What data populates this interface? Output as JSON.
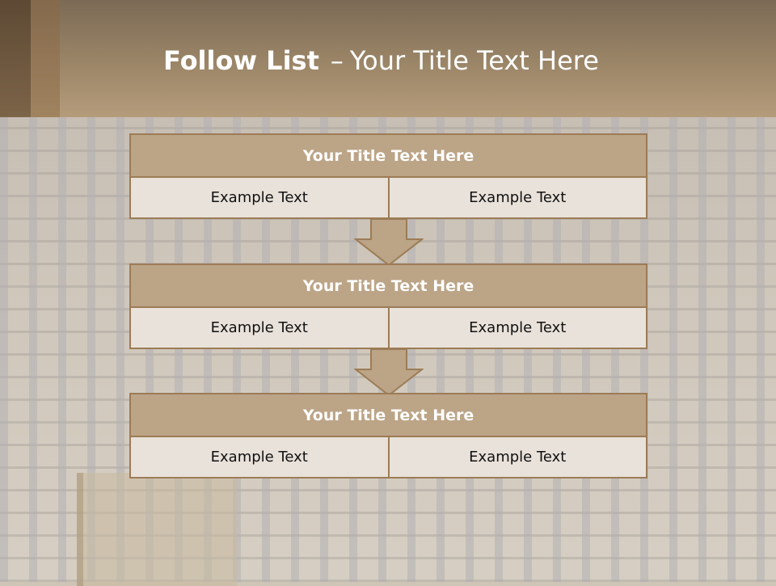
{
  "slide": {
    "title_bold": "Follow List",
    "title_sep": "–",
    "title_rest": "Your Title Text Here"
  },
  "steps": [
    {
      "title": "Your Title Text Here",
      "left": "Example Text",
      "right": "Example Text"
    },
    {
      "title": "Your Title Text Here",
      "left": "Example Text",
      "right": "Example Text"
    },
    {
      "title": "Your Title Text Here",
      "left": "Example Text",
      "right": "Example Text"
    }
  ],
  "colors": {
    "header_brown": "#9c8668",
    "box_title": "#bca487",
    "box_cell": "#e9e2da",
    "border": "#9c7c56"
  }
}
